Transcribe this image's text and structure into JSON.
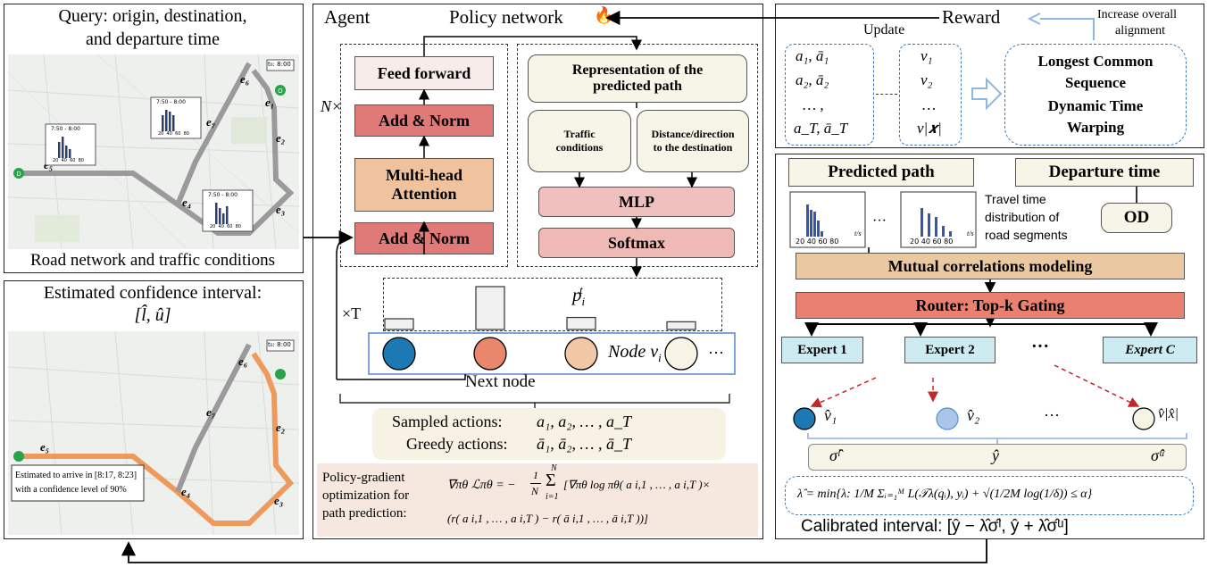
{
  "left_top": {
    "title_line1": "Query: origin, destination,",
    "title_line2": "and departure time",
    "caption": "Road network and traffic conditions",
    "time_tag": "t₀: 8:00",
    "hist_labels": [
      "7:50 - 8:00",
      "7:50 - 8:00",
      "7:50 - 8:00"
    ],
    "hist_axis": "20  40  60  80",
    "edges": [
      "e6",
      "e7",
      "e5",
      "e4",
      "e3",
      "e2",
      "e1"
    ],
    "nodes": [
      "O",
      "D"
    ]
  },
  "left_bottom": {
    "title_line1": "Estimated confidence interval:",
    "title_line2": "[l̂, û]",
    "time_tag": "t₀: 8:00",
    "estimate_line1": "Estimated to arrive in [8:17, 8:23]",
    "estimate_line2": "with a confidence level of 90%"
  },
  "agent": {
    "label": "Agent",
    "title": "Policy network",
    "fire_icon": "🔥",
    "n_times": "N×",
    "feed_forward": "Feed forward",
    "add_norm_1": "Add & Norm",
    "mha_line1": "Multi-head",
    "mha_line2": "Attention",
    "add_norm_2": "Add & Norm",
    "representation_line1": "Representation of the",
    "representation_line2": "predicted path",
    "traffic_line1": "Traffic",
    "traffic_line2": "conditions",
    "distance_line1": "Distance/direction",
    "distance_line2": "to the destination",
    "mlp": "MLP",
    "softmax": "Softmax",
    "prob_label": "p",
    "prob_sub": "i",
    "prob_sup": "t",
    "times_T": "×T",
    "node_label": "Node v",
    "node_sub": "i",
    "ellipsis": "···",
    "next_node": "Next node",
    "sampled_label": "Sampled actions:",
    "sampled_values": "a₁, a₂, … , a_T",
    "greedy_label": "Greedy actions:",
    "greedy_values": "ā₁, ā₂, … , ā_T",
    "pg_line1": "Policy-gradient",
    "pg_line2": "optimization for",
    "pg_line3": "path prediction:",
    "pg_formula_1": "∇πθ ℒπθ = −",
    "pg_formula_frac_top": "1",
    "pg_formula_frac_bot": "N",
    "pg_formula_sum_top": "N",
    "pg_formula_sum_bot": "i=1",
    "pg_formula_2": "[∇πθ log πθ( a i,1 , … , a i,T )×",
    "pg_formula_3": "(r( a i,1 , … , a i,T ) − r( ā i,1 , … , ā i,T ))]",
    "node_colors": [
      "#1d79b4",
      "#e8876c",
      "#f2c7a6",
      "#f7f3e5"
    ],
    "bar_heights_rel": [
      0.25,
      1.0,
      0.28,
      0.18
    ]
  },
  "reward": {
    "label": "Reward",
    "increase_line1": "Increase overall",
    "increase_line2": "alignment",
    "update": "Update",
    "actions": [
      "a₁, ā₁",
      "a₂, ā₂",
      "… ,",
      "a_T, ā_T"
    ],
    "nodes": [
      "v₁",
      "v₂",
      "…",
      "v|𝒙|"
    ],
    "metric_line1": "Longest Common",
    "metric_line2": "Sequence",
    "metric_line3": "Dynamic Time",
    "metric_line4": "Warping"
  },
  "right": {
    "predicted_path": "Predicted path",
    "departure_time": "Departure time",
    "travel_line1": "Travel time",
    "travel_line2": "distribution of",
    "travel_line3": "road segments",
    "od": "OD",
    "hist_axis": "20 40 60 80",
    "hist_unit": "t/s",
    "dots": "···",
    "mutual": "Mutual correlations modeling",
    "router": "Router: Top-k Gating",
    "experts": [
      "Expert 1",
      "Expert 2",
      "···",
      "Expert C"
    ],
    "v_labels": [
      "v̂₁",
      "v̂₂",
      "···",
      "v̂|x̂|"
    ],
    "sigma_l": "σ̂ˡ",
    "y_hat": "ŷ",
    "sigma_u": "σ̂ᵘ",
    "lambda_formula": "λ̂ = min{λ: 1/M Σᵢ₌₁ᴹ L(𝒯λ(qᵢ), yᵢ) + √(1/2M log(1/δ)) ≤ α}",
    "calibrated": "Calibrated interval: [ŷ − λ̂σ̂ˡ, ŷ + λ̂σ̂ᵘ]"
  },
  "colors": {
    "feed_forward_bg": "#f8ecea",
    "add_norm_bg": "#e07a78",
    "mha_bg": "#f0c39e",
    "rep_bg": "#f7f5e8",
    "mlp_bg": "#f0c0be",
    "softmax_bg": "#efbab6",
    "mutual_bg": "#eac9a2",
    "router_bg": "#ea8170",
    "expert_bg": "#cdebf0",
    "panel_bottom_bg": "#f7f2e3",
    "pg_bg": "#f7e8df",
    "arrow_blue": "#8fb8e0",
    "dashed_red": "#c0282a",
    "path_orange": "#ee9a5d",
    "path_gray": "#9a9a9a"
  }
}
